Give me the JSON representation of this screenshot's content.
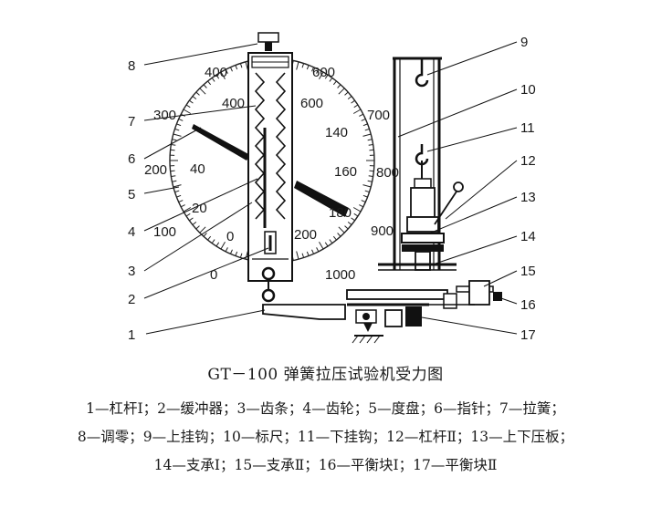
{
  "caption": "GT－100 弹簧拉压试验机受力图",
  "legend_lines": [
    "1—杠杆Ⅰ；2—缓冲器；3—齿条；4—齿轮；5—度盘；6—指针；7—拉簧；",
    "8—调零；9—上挂钩；10—标尺；11—下挂钩；12—杠杆Ⅱ；13—上下压板；",
    "14—支承Ⅰ；15—支承Ⅱ；16—平衡块Ⅰ；17—平衡块Ⅱ"
  ],
  "part_numbers": [
    "1",
    "2",
    "3",
    "4",
    "5",
    "6",
    "7",
    "8",
    "9",
    "10",
    "11",
    "12",
    "13",
    "14",
    "15",
    "16",
    "17"
  ],
  "outer_scale_labels": [
    "0",
    "100",
    "200",
    "300",
    "400",
    "600",
    "700",
    "800",
    "900",
    "1000"
  ],
  "inner_scale_labels": [
    "0",
    "20",
    "40",
    "400",
    "600",
    "140",
    "160",
    "180",
    "200"
  ]
}
